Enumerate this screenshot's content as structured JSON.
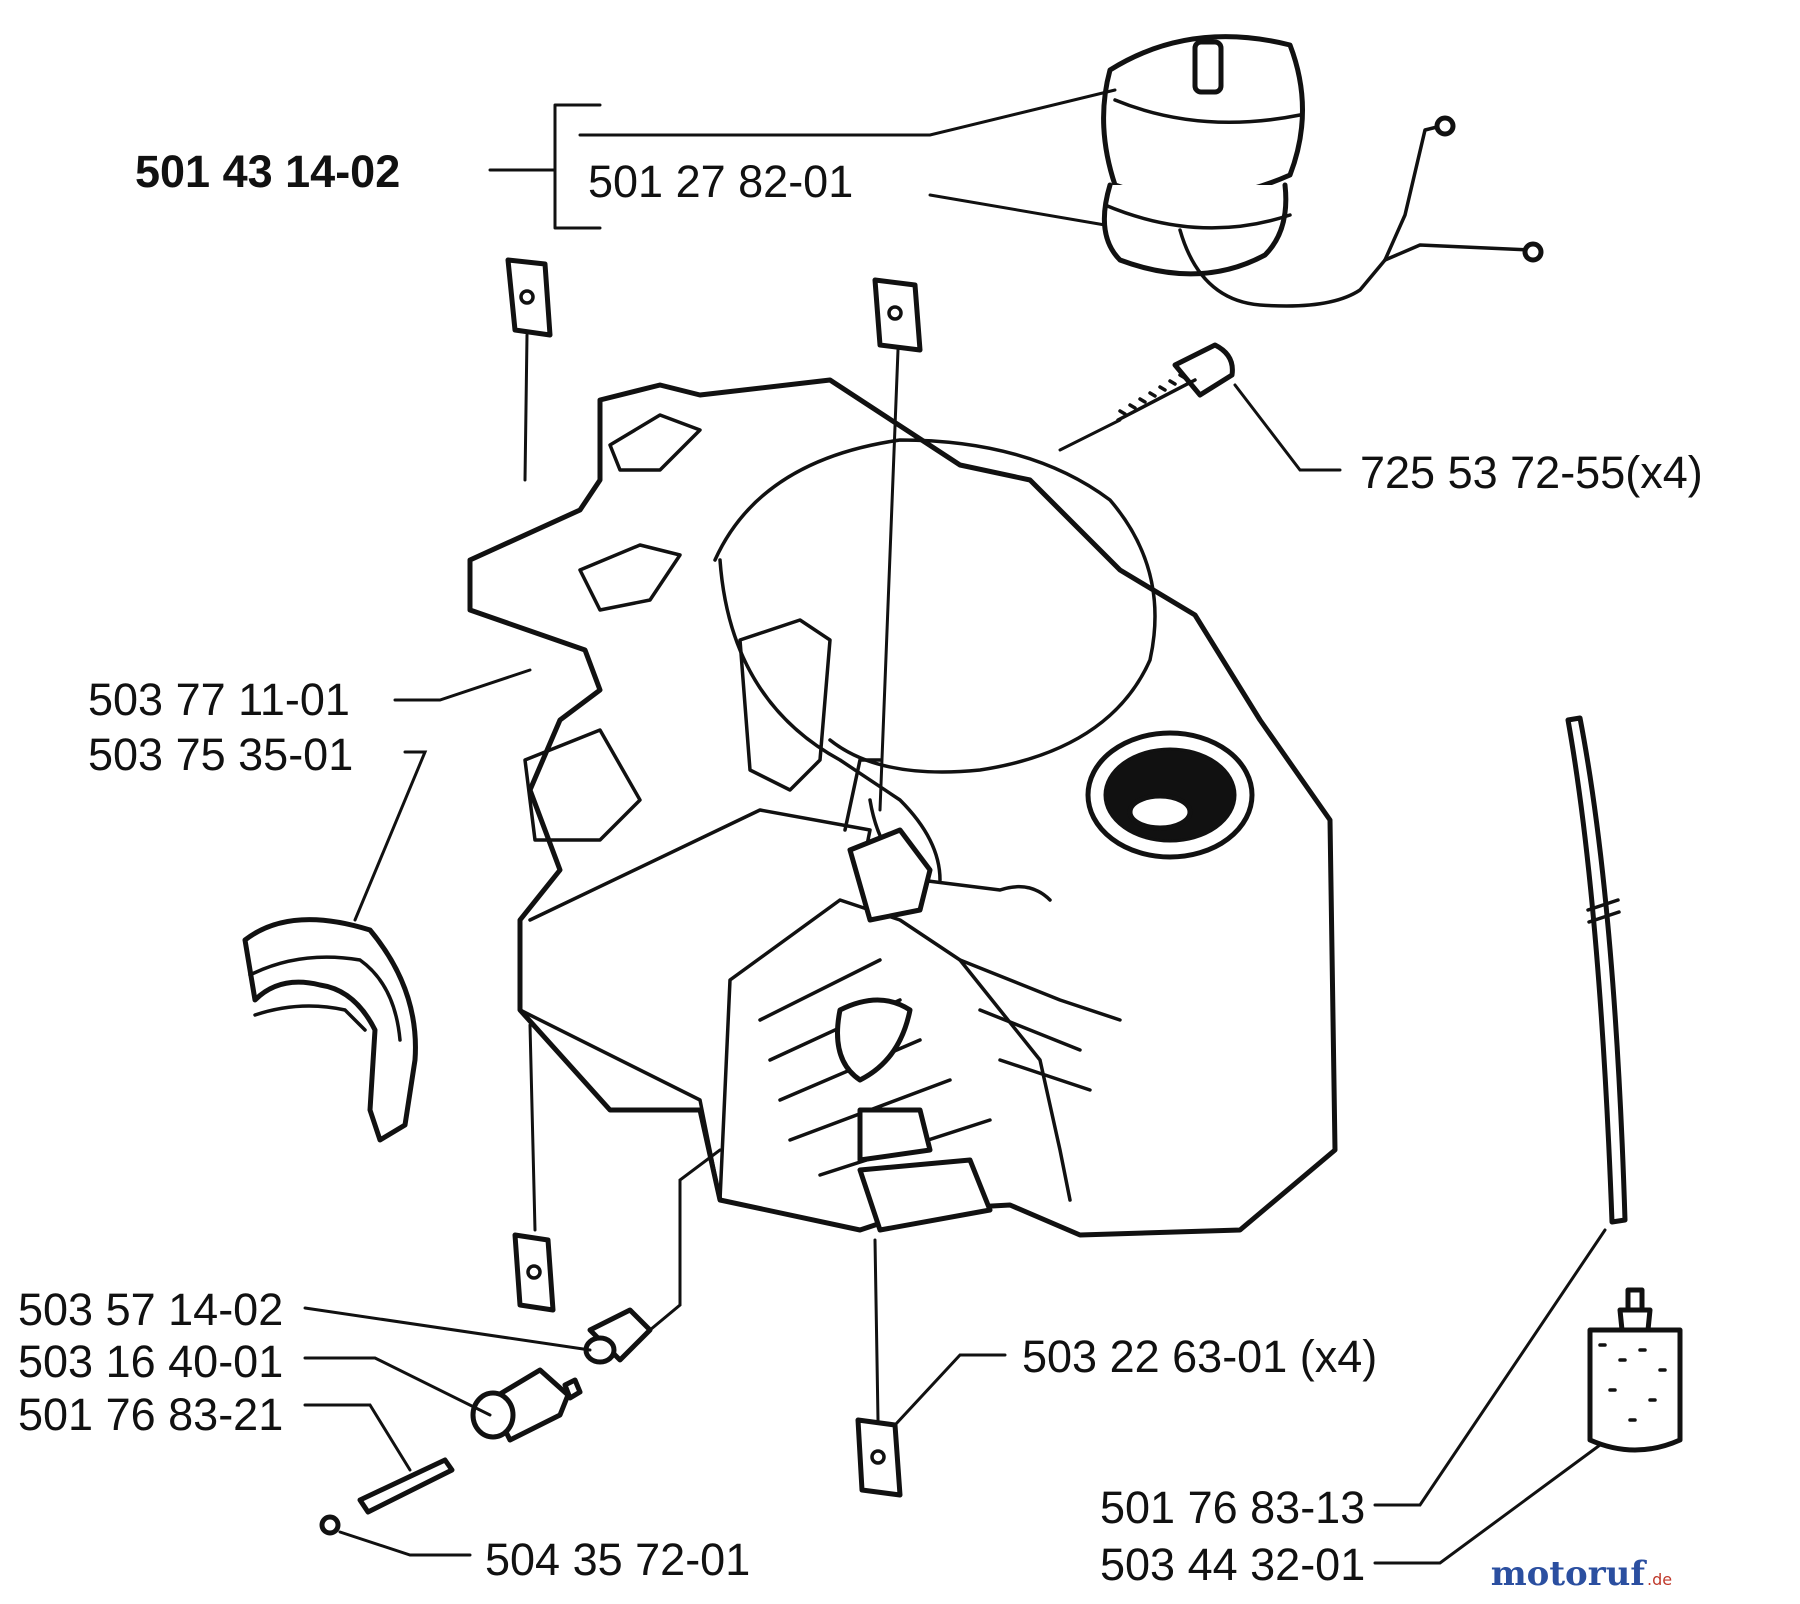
{
  "diagram": {
    "assembly_number": "501 43 14-02",
    "labels": {
      "cap_part": "501 27 82-01",
      "screw": "725 53 72-55(x4)",
      "housing": "503 77 11-01",
      "insert": "503 75 35-01",
      "fitting": "503 57 14-02",
      "filter": "503 16 40-01",
      "hose": "501 76 83-21",
      "washer": "504 35 72-01",
      "clip": "503 22 63-01 (x4)",
      "fuel_hose": "501 76 83-13",
      "fuel_filter": "503 44 32-01"
    },
    "watermark": {
      "logo": "motoruf",
      "suffix": ".de"
    }
  },
  "colors": {
    "ink": "#111111",
    "paper": "#ffffff",
    "watermark_blue": "#2b4fa0",
    "watermark_red": "#c0392b"
  }
}
